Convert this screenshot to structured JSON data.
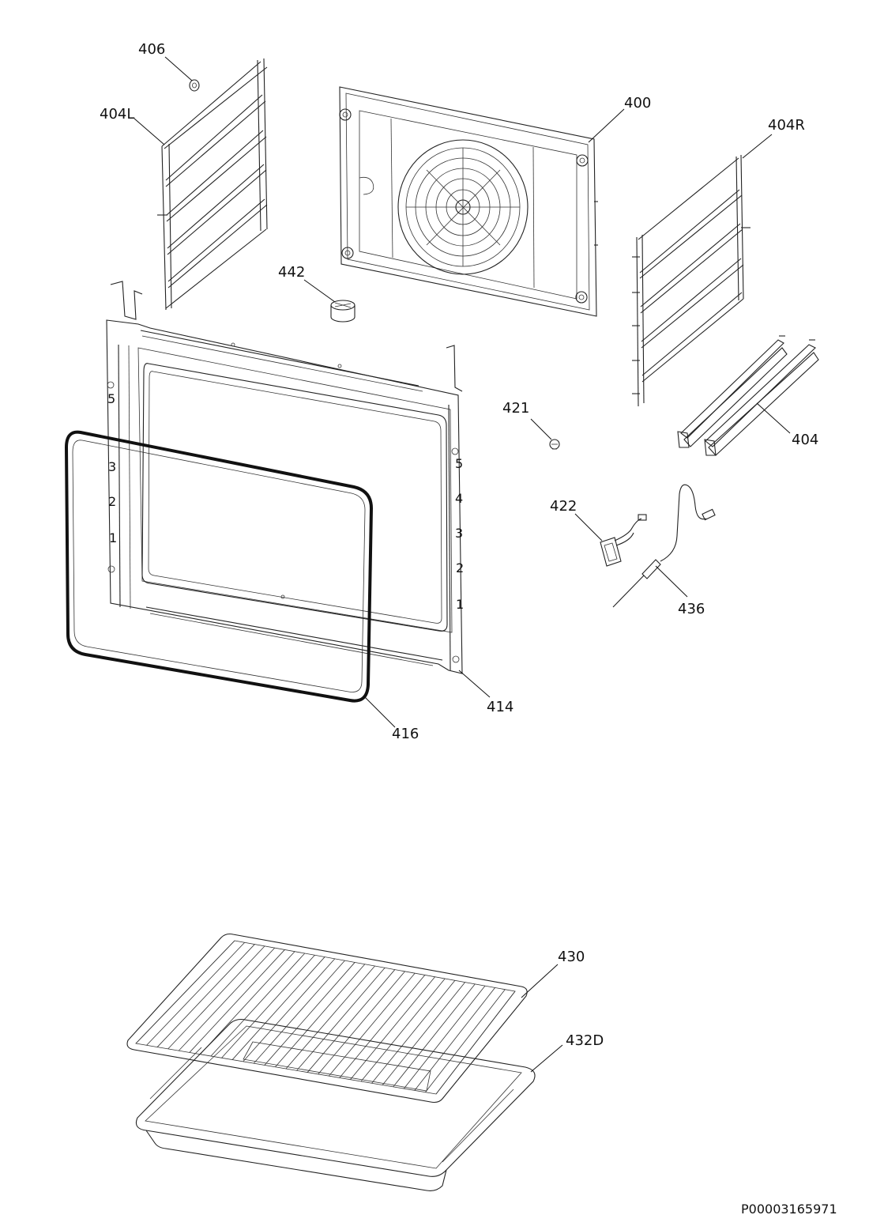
{
  "labels": {
    "p406": "406",
    "p404L": "404L",
    "p400": "400",
    "p404R": "404R",
    "p442": "442",
    "p421": "421",
    "p404": "404",
    "p422": "422",
    "p436": "436",
    "p414": "414",
    "p416": "416",
    "p430": "430",
    "p432D": "432D"
  },
  "shelf_marks_left": [
    "5",
    "3",
    "2",
    "1"
  ],
  "shelf_marks_right": [
    "5",
    "4",
    "3",
    "2",
    "1"
  ],
  "document_number": "P00003165971"
}
